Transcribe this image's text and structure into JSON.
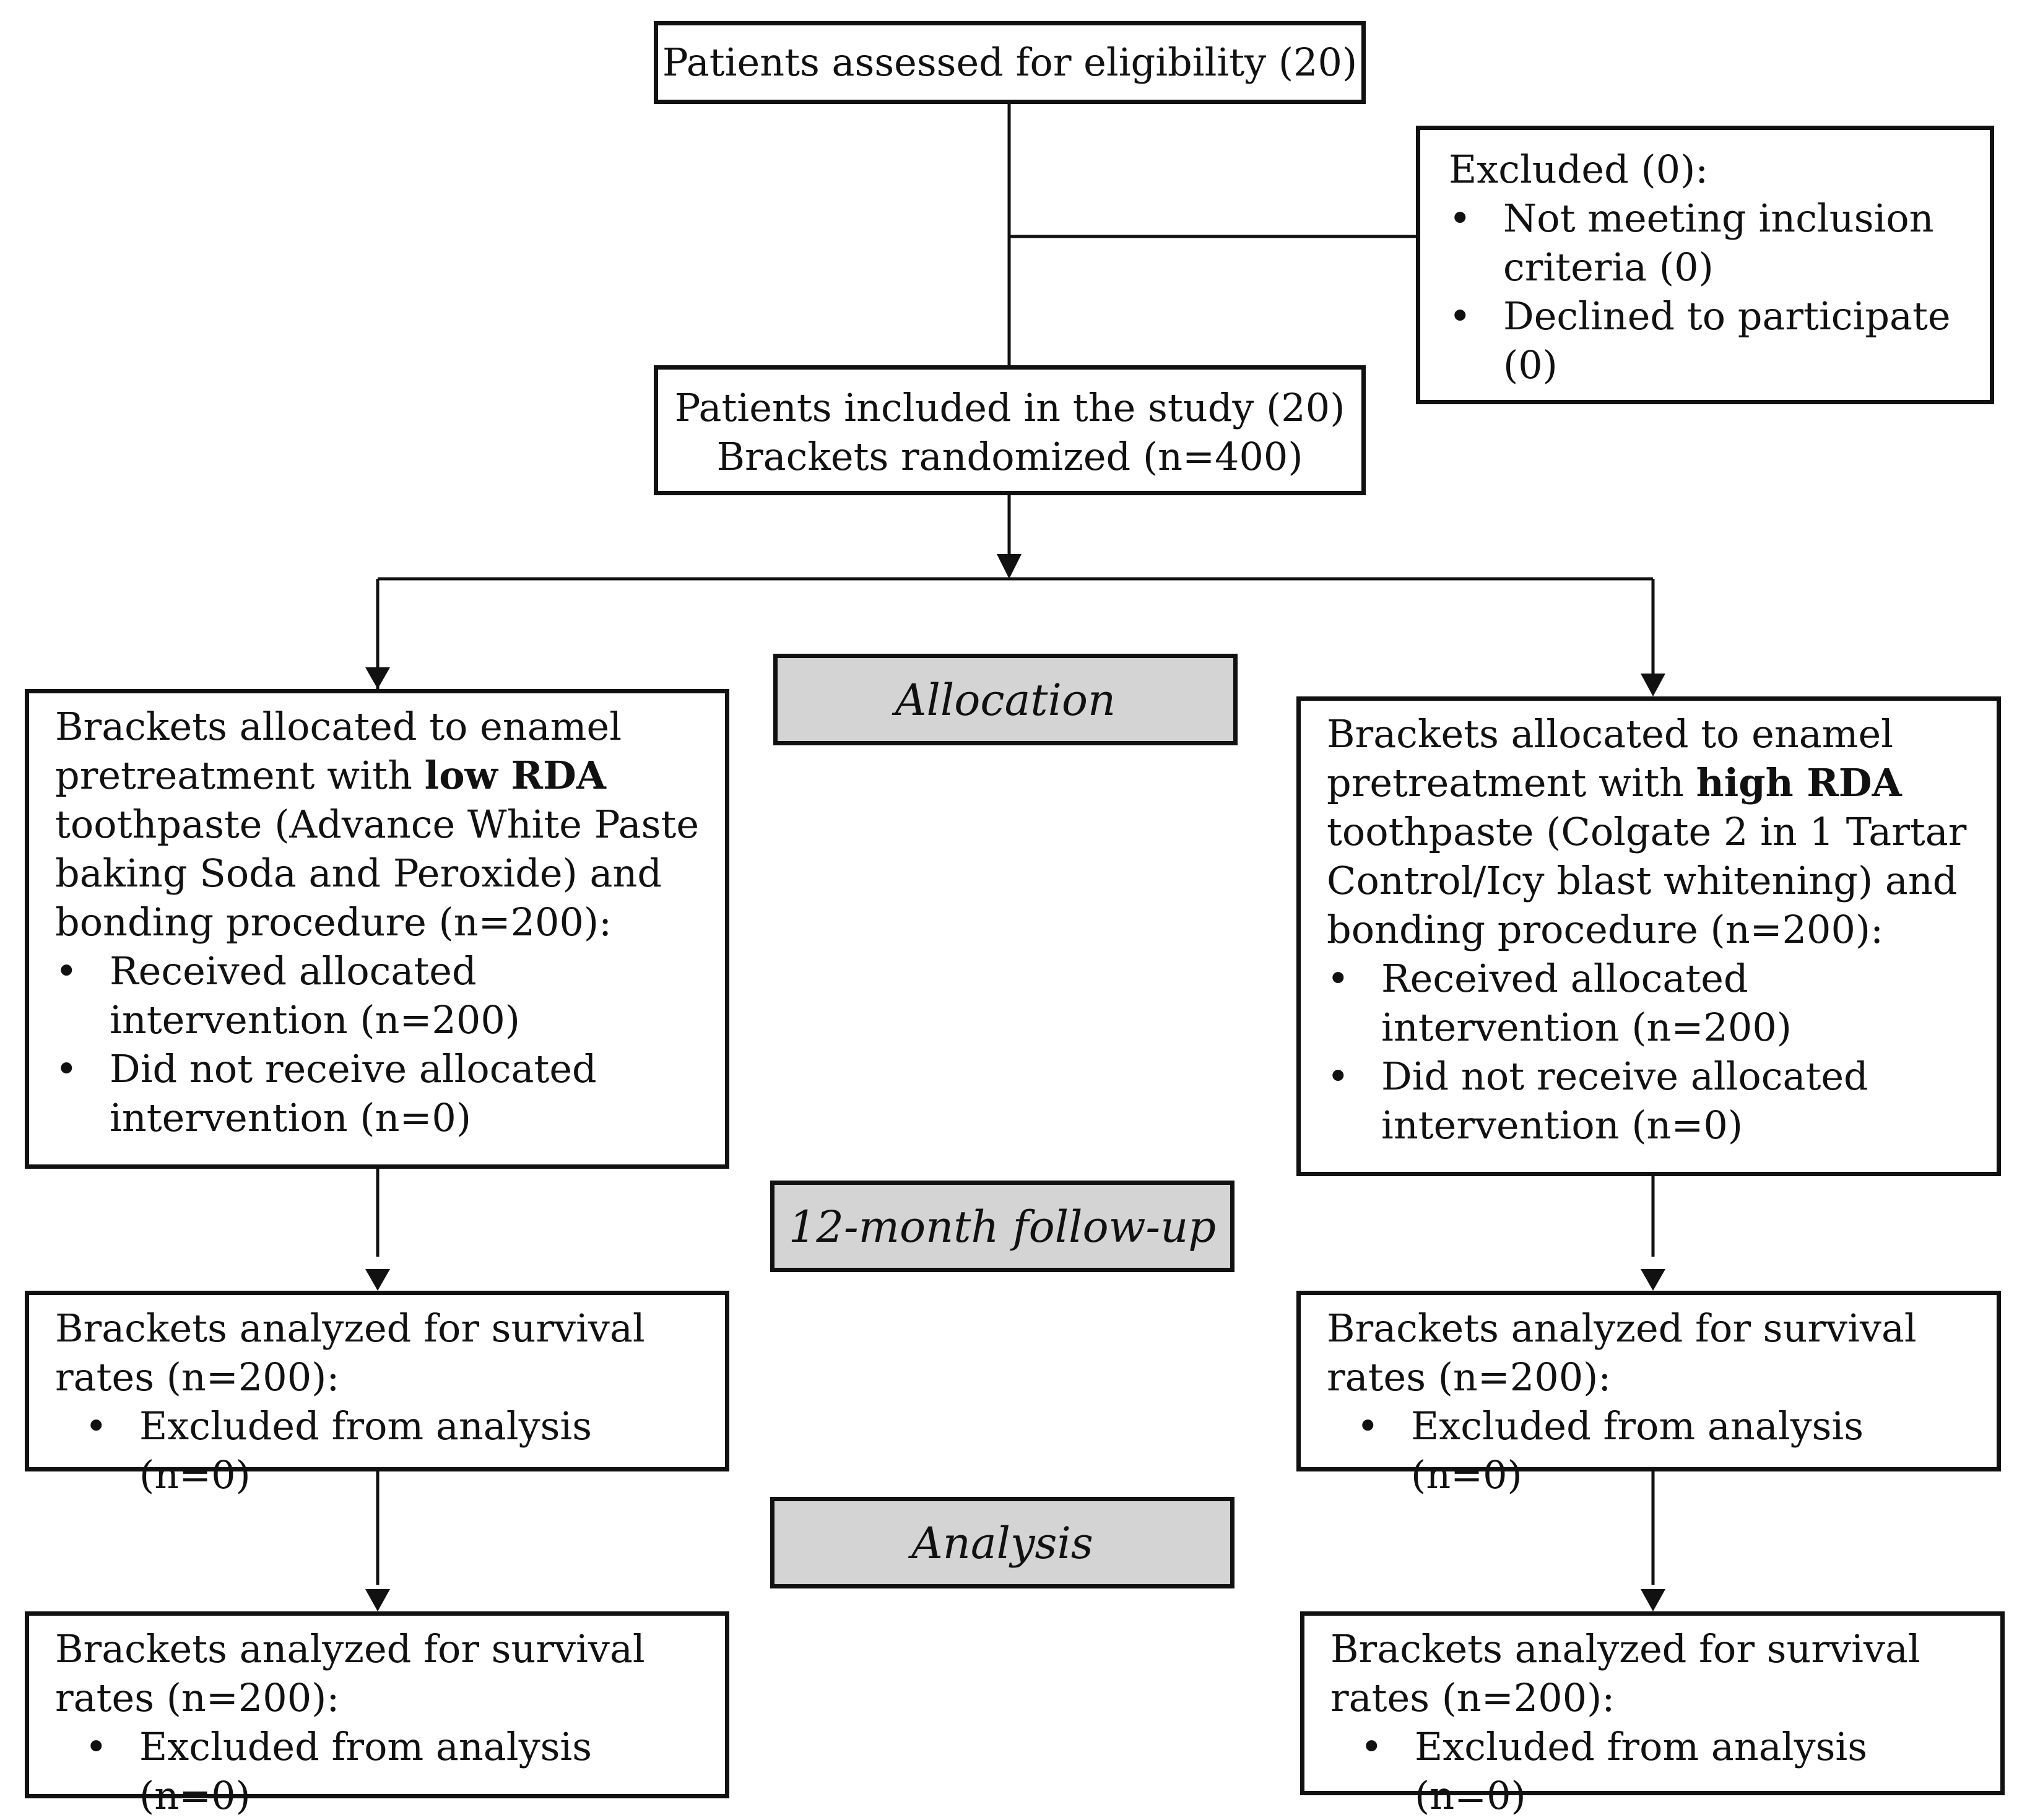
{
  "screening": {
    "text": "Patients assessed for eligibility (20)"
  },
  "excluded": {
    "title": "Excluded (0):",
    "items": [
      "Not meeting inclusion criteria (0)",
      "Declined to participate (0)"
    ]
  },
  "included": {
    "line1": "Patients included in the study (20)",
    "line2": "Brackets randomized (n=400)"
  },
  "stages": {
    "allocation": "Allocation",
    "followup": "12-month follow-up",
    "analysis": "Analysis"
  },
  "low_arm": {
    "alloc_pre": "Brackets allocated to enamel pretreatment with ",
    "alloc_bold": "low RDA",
    "alloc_post": " toothpaste (Advance White Paste baking Soda and Peroxide) and bonding procedure (n=200):",
    "alloc_items": [
      "Received allocated intervention (n=200)",
      "Did not receive allocated intervention (n=0)"
    ],
    "followup_text": "Brackets analyzed for survival rates (n=200):",
    "followup_item": "Excluded from analysis (n=0)",
    "analysis_text": "Brackets analyzed for survival rates (n=200):",
    "analysis_item": "Excluded from analysis (n=0)"
  },
  "high_arm": {
    "alloc_pre": "Brackets allocated to enamel pretreatment with ",
    "alloc_bold": "high RDA",
    "alloc_post": " toothpaste (Colgate 2 in 1 Tartar Control/Icy blast whitening) and bonding procedure (n=200):",
    "alloc_items": [
      "Received allocated intervention (n=200)",
      "Did not receive allocated intervention (n=0)"
    ],
    "followup_text": "Brackets analyzed for survival rates (n=200):",
    "followup_item": "Excluded from analysis (n=0)",
    "analysis_text": "Brackets analyzed for survival rates (n=200):",
    "analysis_item": "Excluded from analysis (n=0)"
  }
}
